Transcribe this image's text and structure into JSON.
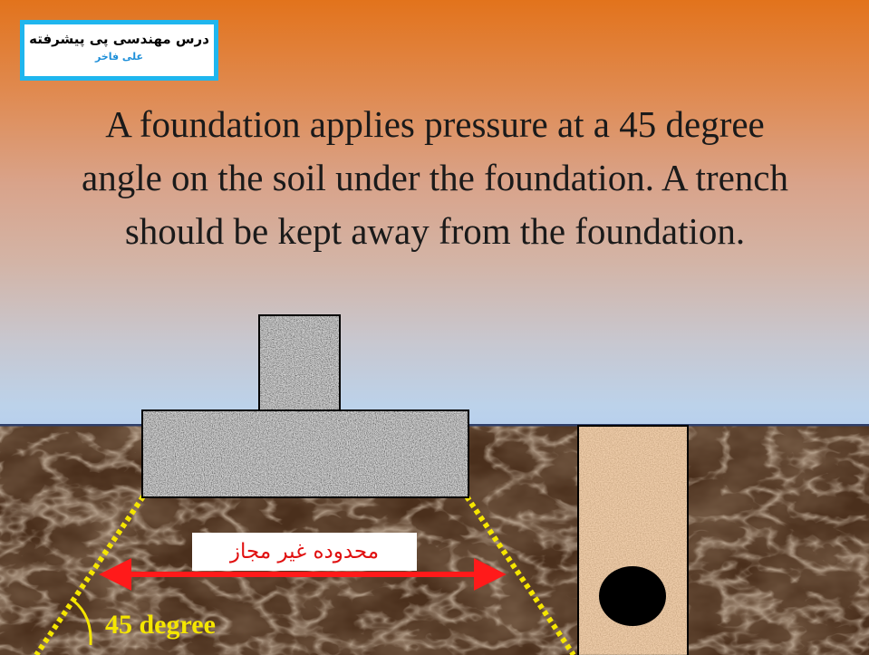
{
  "badge": {
    "course_title": "درس مهندسی پی پیشرفته",
    "author": "علی فاخر"
  },
  "heading": {
    "line1": "A foundation applies pressure at a 45 degree",
    "line2": "angle on the soil under the foundation. A trench",
    "line3": "should be kept away from the foundation."
  },
  "diagram": {
    "zone_label": "محدوده غیر مجاز",
    "angle_label": "45 degree",
    "colors": {
      "arrow": "#ff1a1a",
      "pressure_line": "#f5e600",
      "badge_border": "#1fb6ee",
      "author_text": "#1d8fd9"
    }
  }
}
